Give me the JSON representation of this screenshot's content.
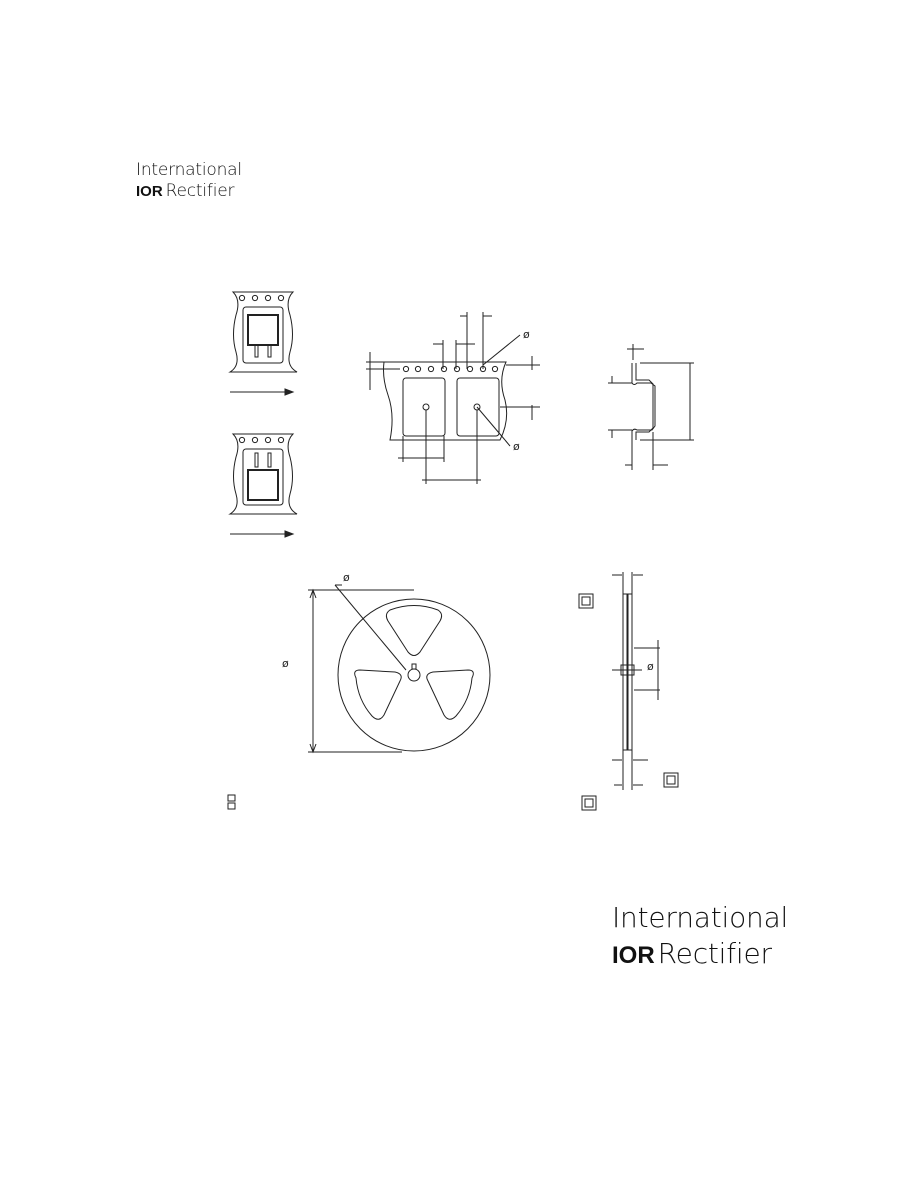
{
  "logo_top": {
    "line1": "International",
    "brand_mark": "IOR",
    "line2": "Rectifier"
  },
  "logo_bottom": {
    "line1": "International",
    "brand_mark": "IOR",
    "line2": "Rectifier"
  },
  "diameter_symbol": "ø",
  "colors": {
    "line": "#222222",
    "background": "#ffffff"
  }
}
